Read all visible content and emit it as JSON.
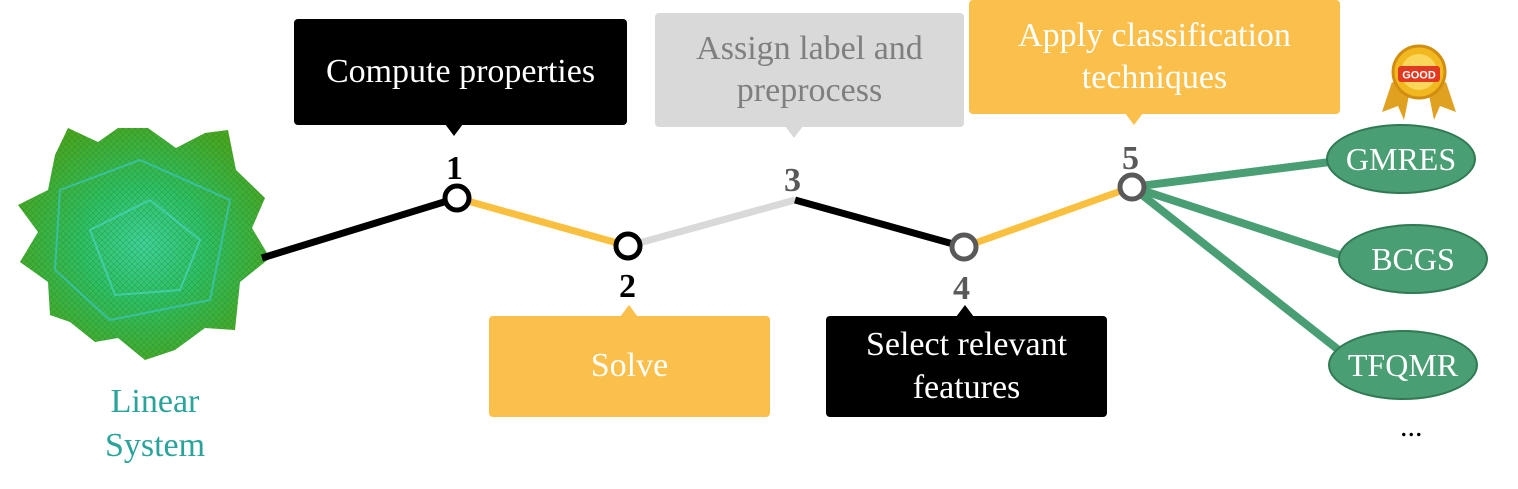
{
  "linear_system": {
    "label_line1": "Linear",
    "label_line2": "System",
    "color": "#2aa39a"
  },
  "steps": [
    {
      "number": "1",
      "label": "Compute properties",
      "box_color": "#000000",
      "text_color": "#ffffff",
      "line_color": "#000000"
    },
    {
      "number": "2",
      "label": "Solve",
      "box_color": "#fbbf4b",
      "text_color": "#ffffff",
      "line_color": "#f9c03f"
    },
    {
      "number": "3",
      "label_line1": "Assign label and",
      "label_line2": "preprocess",
      "box_color": "#d9d9d9",
      "text_color": "#7f7f7f",
      "line_color": "#d9d9d9"
    },
    {
      "number": "4",
      "label_line1": "Select relevant",
      "label_line2": "features",
      "box_color": "#000000",
      "text_color": "#ffffff",
      "line_color": "#000000"
    },
    {
      "number": "5",
      "label_line1": "Apply classification",
      "label_line2": "techniques",
      "box_color": "#fbbf4b",
      "text_color": "#ffffff",
      "line_color": "#f9c03f"
    }
  ],
  "solvers": [
    "GMRES",
    "BCGS",
    "TFQMR"
  ],
  "solvers_more": "...",
  "badge_text": "GOOD",
  "solver_color": "#4a9e73"
}
